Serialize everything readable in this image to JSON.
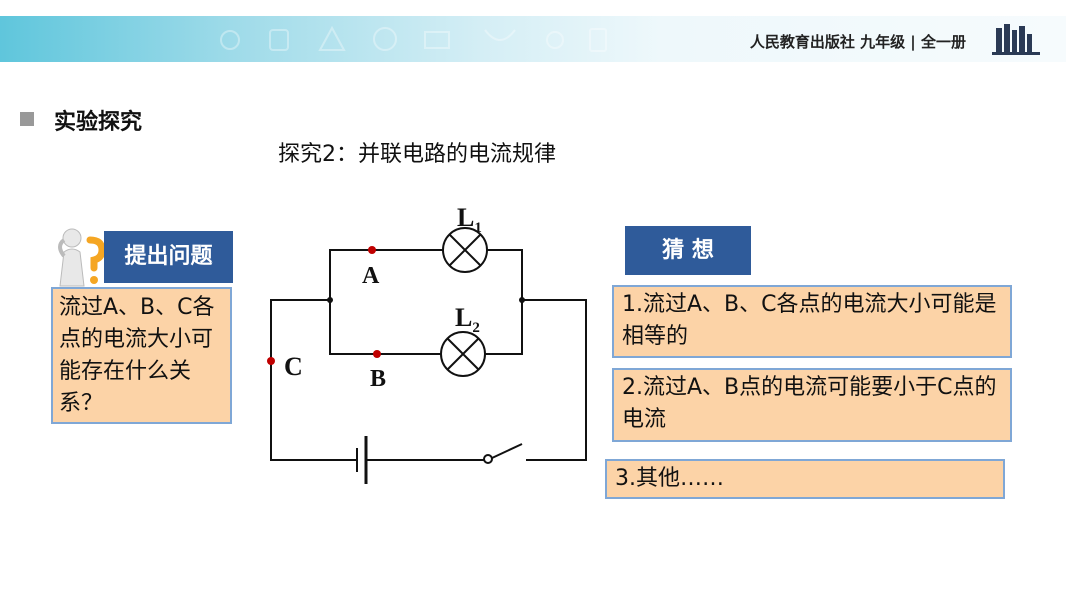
{
  "header": {
    "publisher": "人民教育出版社 九年级 | 全一册"
  },
  "section": {
    "title": "实验探究"
  },
  "subtitle": "探究2：并联电路的电流规律",
  "question": {
    "label": "提出问题",
    "text": "流过A、B、C各点的电流大小可能存在什么关系？"
  },
  "guess": {
    "label": "猜 想",
    "items": [
      "1.流过A、B、C各点的电流大小可能是相等的",
      "2.流过A、B点的电流可能要小于C点的电流",
      "3.其他……"
    ]
  },
  "circuit": {
    "lamp1": "L",
    "lamp1_sub": "1",
    "lamp2": "L",
    "lamp2_sub": "2",
    "point_a": "A",
    "point_b": "B",
    "point_c": "C"
  },
  "colors": {
    "label_bg": "#2f5b9a",
    "box_bg": "#fcd3a7",
    "box_border": "#7fa7d6",
    "point": "#c00000"
  }
}
